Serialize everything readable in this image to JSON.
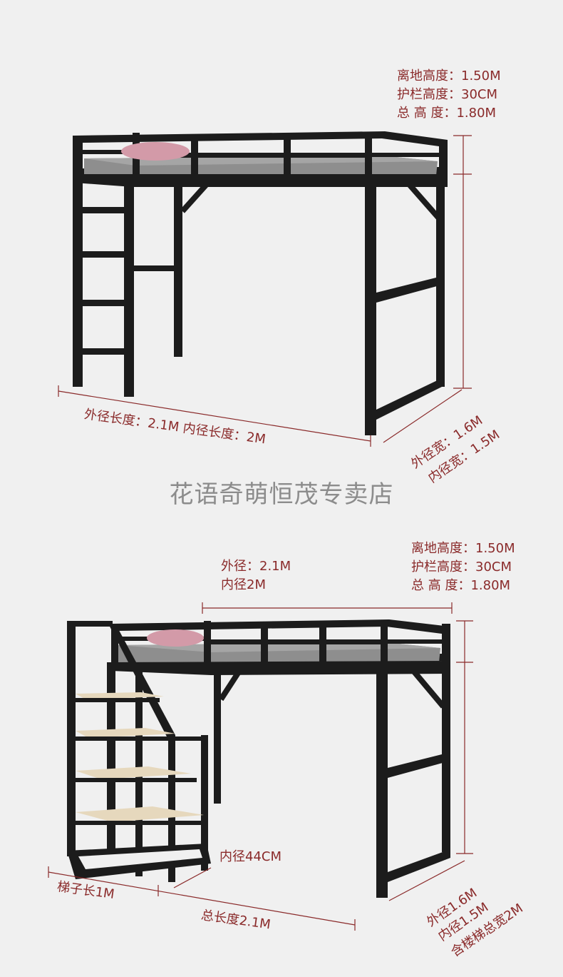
{
  "colors": {
    "background": "#f0f0f0",
    "frame": "#1c1c1c",
    "label_text": "#8a2a2a",
    "mattress": "#8e8e8e",
    "pillow": "#d39aa8",
    "shelf_wood": "#e6d8bd",
    "watermark": "#8c8c8c"
  },
  "icons": [
    "loft-bed-with-ladder",
    "loft-bed-with-storage-stairs",
    "pillow"
  ],
  "top": {
    "height_specs": [
      "离地高度：1.50M",
      "护栏高度：30CM",
      "总 高 度：1.80M"
    ],
    "length_label": "外径长度：2.1M  内径长度：2M",
    "width_specs": [
      "外径宽：1.6M",
      "内径宽：1.5M"
    ]
  },
  "watermark": "花语奇萌恒茂专卖店",
  "bottom": {
    "length_specs": [
      "外径：2.1M",
      "内径2M"
    ],
    "height_specs": [
      "离地高度：1.50M",
      "护栏高度：30CM",
      "总 高 度：1.80M"
    ],
    "stair_inner_label": "内径44CM",
    "ladder_length_label": "梯子长1M",
    "total_length_label": "总长度2.1M",
    "width_specs": [
      "外径1.6M",
      "内径1.5M",
      "含楼梯总宽2M"
    ]
  }
}
